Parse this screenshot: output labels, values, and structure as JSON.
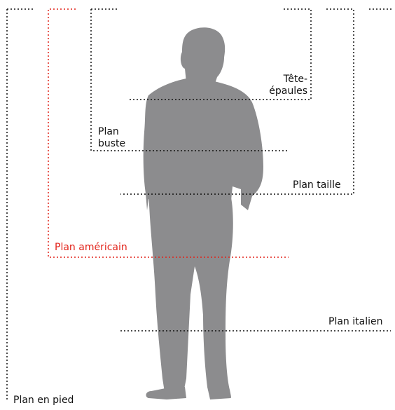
{
  "labels": {
    "tete_epaules": [
      "Tête-",
      "épaules"
    ],
    "plan_buste": [
      "Plan",
      "buste"
    ],
    "plan_taille": "Plan taille",
    "plan_americain": "Plan américain",
    "plan_italien": "Plan italien",
    "plan_en_pied": "Plan en pied"
  },
  "colors": {
    "silhouette": "#8c8c8e",
    "frame_lines": "#111111",
    "highlight": "#e2231a",
    "background": "#ffffff"
  },
  "icons": {
    "figure": "standing-man-silhouette"
  }
}
